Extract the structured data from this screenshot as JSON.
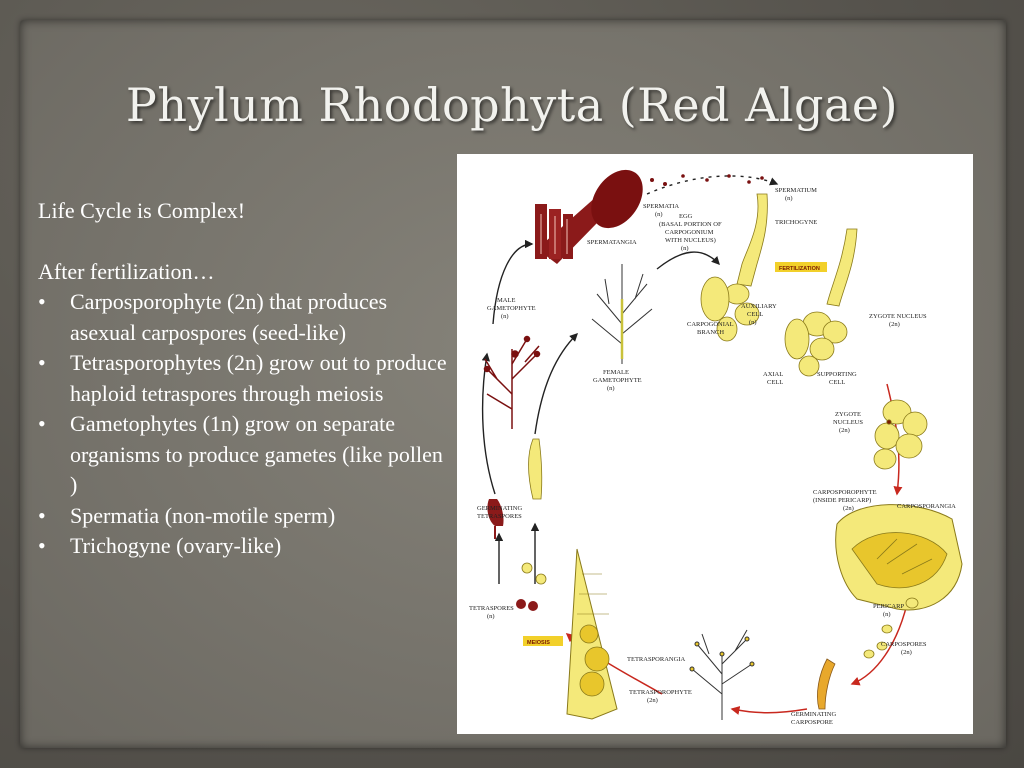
{
  "title": "Phylum Rhodophyta (Red Algae)",
  "intro": "Life Cycle is Complex!",
  "subheading": "After fertilization…",
  "bullets": [
    "Carposporophyte (2n) that produces asexual carpospores (seed-like)",
    "Tetrasporophytes (2n) grow out to produce haploid tetraspores through meiosis",
    "Gametophytes (1n) grow on separate organisms to produce gametes (like pollen )",
    "Spermatia (non-motile sperm)",
    "Trichogyne (ovary-like)"
  ],
  "bullet_glyph": "•",
  "diagram": {
    "labels": {
      "spermatium": "SPERMATIUM",
      "spermatium_ploidy": "(n)",
      "spermatia": "SPERMATIA",
      "spermatia_ploidy": "(n)",
      "egg_1": "EGG",
      "egg_2": "(BASAL PORTION OF",
      "egg_3": "CARPOGONIUM",
      "egg_4": "WITH NUCLEUS)",
      "egg_ploidy": "(n)",
      "trichogyne": "TRICHOGYNE",
      "spermatangia": "SPERMATANGIA",
      "fertilization": "FERTILIZATION",
      "male_1": "MALE",
      "male_2": "GAMETOPHYTE",
      "male_ploidy": "(n)",
      "auxiliary_1": "AUXILIARY",
      "auxiliary_2": "CELL",
      "auxiliary_ploidy": "(n)",
      "zygote_nucleus_top": "ZYGOTE NUCLEUS",
      "zygote_nucleus_top_ploidy": "(2n)",
      "carpogonial_1": "CARPOGONIAL",
      "carpogonial_2": "BRANCH",
      "female_1": "FEMALE",
      "female_2": "GAMETOPHYTE",
      "female_ploidy": "(n)",
      "axial_1": "AXIAL",
      "axial_2": "CELL",
      "supporting_1": "SUPPORTING",
      "supporting_2": "CELL",
      "zygote_1": "ZYGOTE",
      "zygote_2": "NUCLEUS",
      "zygote_ploidy": "(2n)",
      "germinating_1": "GERMINATING",
      "germinating_2": "TETRASPORES",
      "carposporophyte_1": "CARPOSPOROPHYTE",
      "carposporophyte_2": "(INSIDE PERICARP)",
      "carposporophyte_ploidy": "(2n)",
      "carposporangia": "CARPOSPORANGIA",
      "tetraspores": "TETRASPORES",
      "tetraspores_ploidy": "(n)",
      "pericarp": "PERICARP",
      "pericarp_ploidy": "(n)",
      "meiosis": "MEIOSIS",
      "carpospores": "CARPOSPORES",
      "carpospores_ploidy": "(2n)",
      "tetrasporangia": "TETRASPORANGIA",
      "tetrasporophyte": "TETRASPOROPHYTE",
      "tetrasporophyte_ploidy": "(2n)",
      "germ_carpospore_1": "GERMINATING",
      "germ_carpospore_2": "CARPOSPORE"
    },
    "colors": {
      "haploid_arrow": "#222222",
      "diploid_arrow": "#c8281e",
      "cell_fill": "#f4e97a",
      "cell_stroke": "#8a7a1a",
      "red_alga": "#8b1a1a",
      "badge": "#f2d02a"
    }
  }
}
